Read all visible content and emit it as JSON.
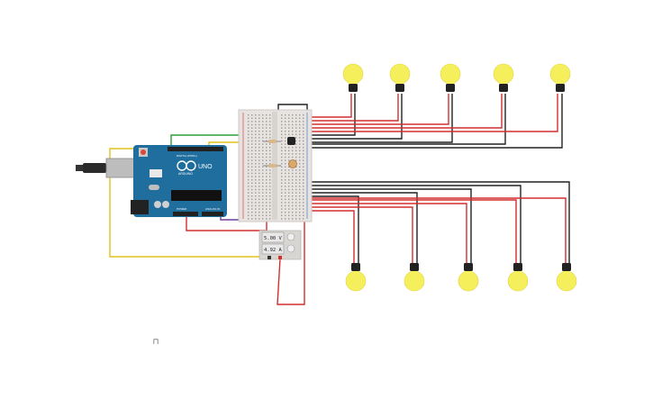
{
  "arduino": {
    "model_label": "UNO",
    "brand_label": "ARDUINO",
    "digital_label": "DIGITAL (PWM~)",
    "analog_label": "ANALOG IN",
    "power_label": "POWER"
  },
  "power_supply": {
    "voltage_display": "5.00 V",
    "current_display": "4.92 A"
  },
  "bulb_count": 10,
  "colors": {
    "board": "#1f6e9e",
    "breadboard": "#e6e3e0",
    "bulb": "#f6ef5c",
    "wire_red": "#d32f2f",
    "wire_black": "#222222",
    "wire_yellow": "#e2c21c",
    "wire_green": "#2e9e3a",
    "wire_purple": "#6a3fa0"
  },
  "icons": {
    "ruler": "ruler-icon"
  }
}
